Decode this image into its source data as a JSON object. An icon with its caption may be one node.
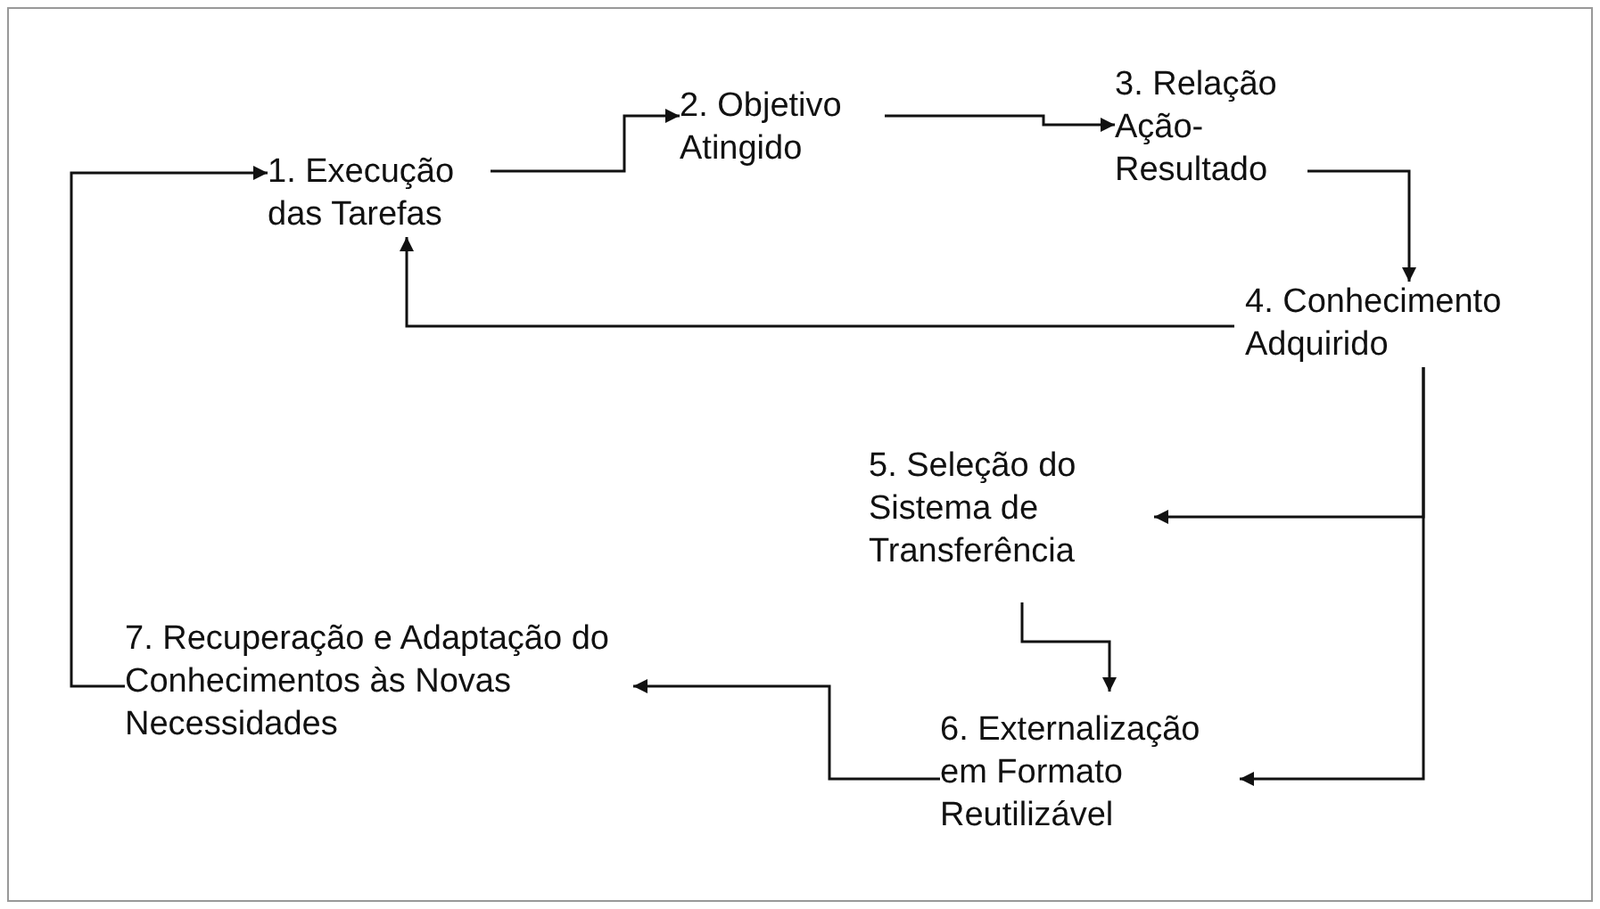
{
  "diagram": {
    "nodes": [
      {
        "text": [
          "1. Execução das Tarefas"
        ]
      },
      {
        "text": [
          "2. Objetivo Atingido"
        ]
      },
      {
        "text": [
          "3. Relação Ação-Resultado"
        ]
      },
      {
        "text": [
          "4. Conhecimento Adquirido"
        ]
      },
      {
        "text": [
          "5. Seleção do Sistema de Transferência"
        ]
      },
      {
        "text": [
          "6. Externalização em Formato Reutilizável"
        ]
      },
      {
        "text": [
          "7. Recuperação e Adaptação do Conhecimentos às Novas Necessidades"
        ]
      }
    ],
    "edges": [
      {
        "from": 0,
        "to": 1,
        "arrow": "to"
      },
      {
        "from": 1,
        "to": 2,
        "arrow": "to"
      },
      {
        "from": 2,
        "to": 3,
        "arrow": "to"
      },
      {
        "from": 3,
        "to": 0,
        "arrow": "to"
      },
      {
        "from": 3,
        "to": 4,
        "arrow": "to"
      },
      {
        "from": 3,
        "to": 5,
        "arrow": "to"
      },
      {
        "from": 4,
        "to": 5,
        "arrow": "to"
      },
      {
        "from": 5,
        "to": 6,
        "arrow": "to"
      },
      {
        "from": 6,
        "to": 0,
        "arrow": "to"
      }
    ]
  }
}
